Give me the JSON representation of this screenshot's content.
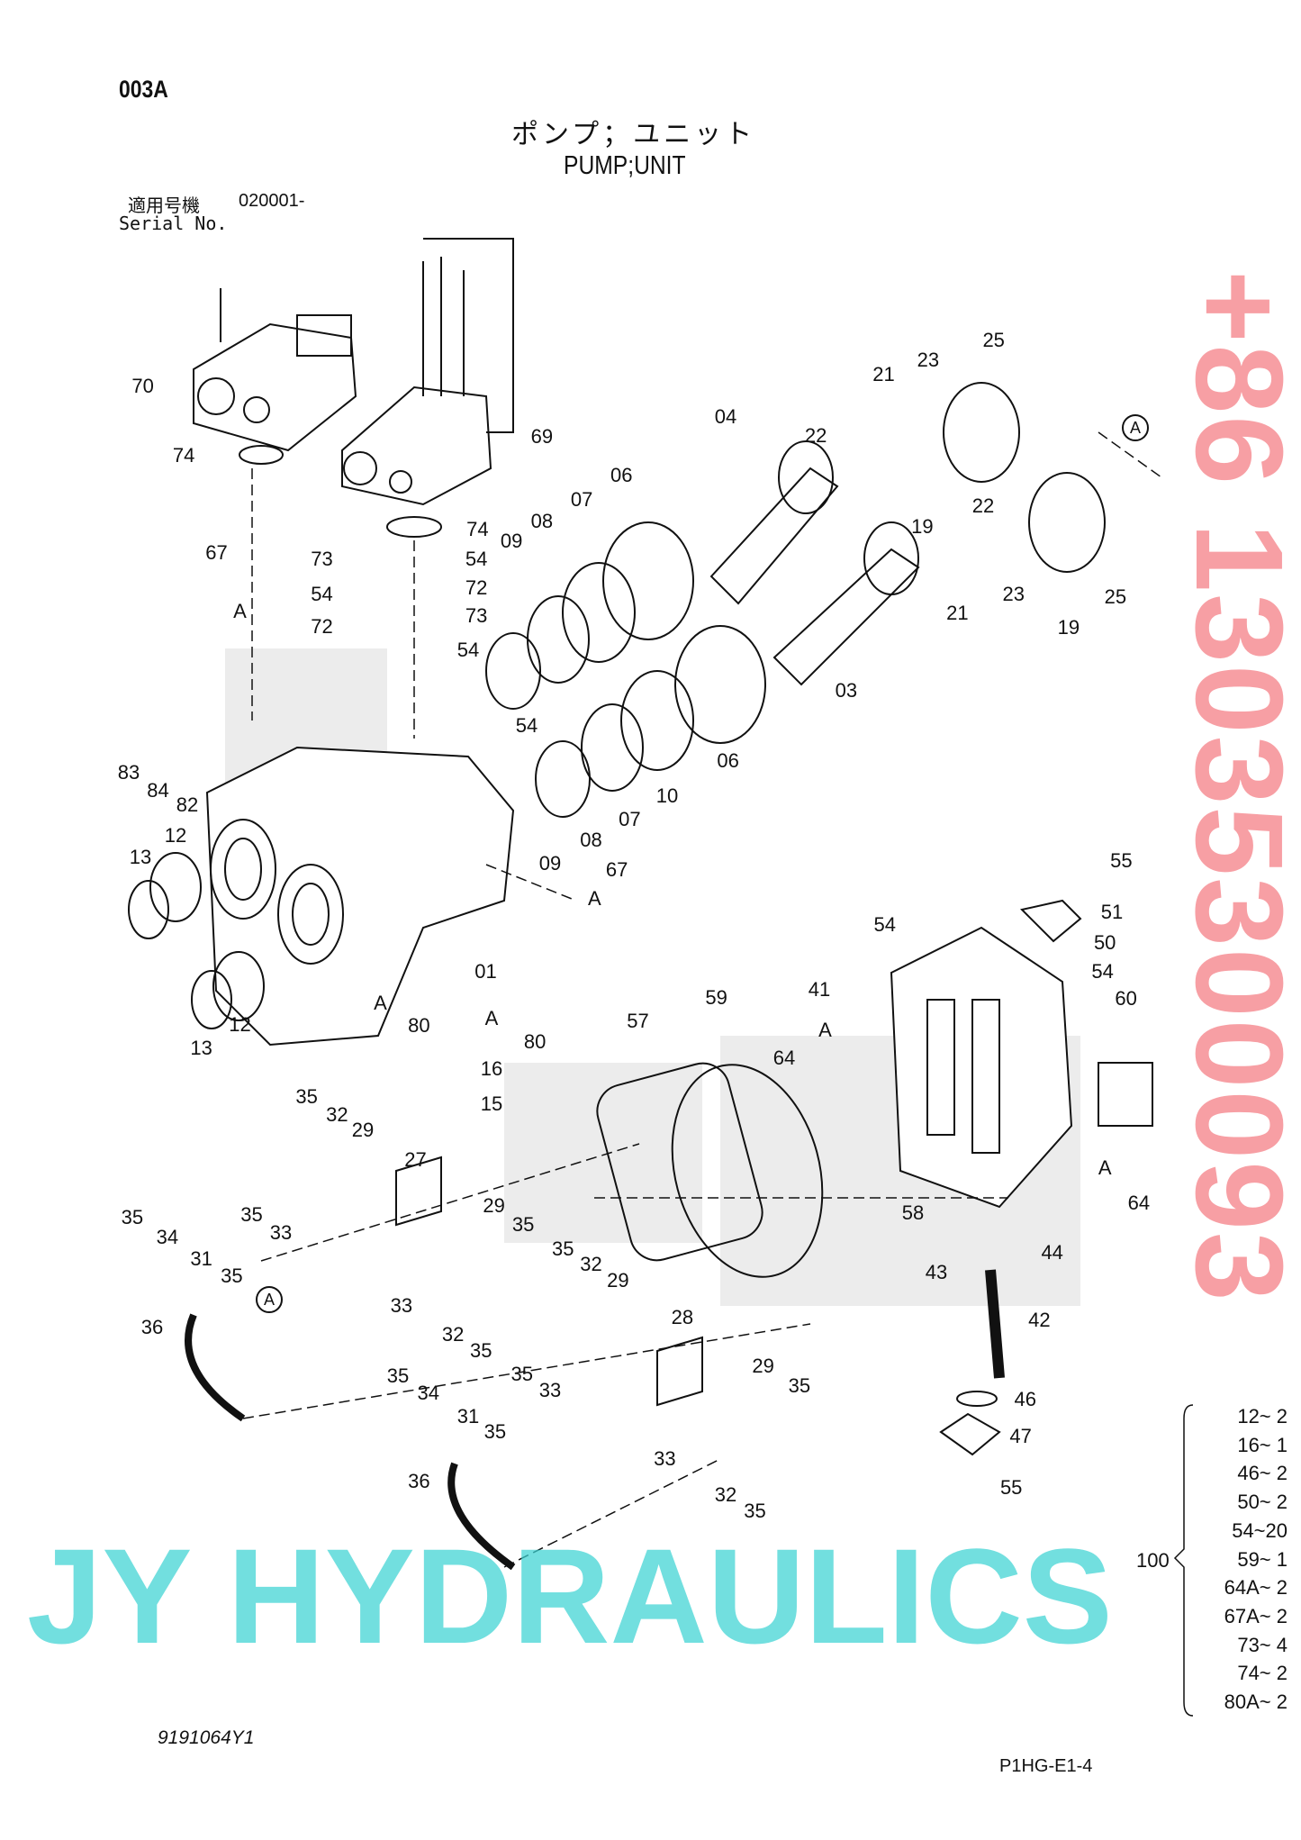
{
  "header": {
    "code": "003A",
    "title_jp": "ポンプ；ユニット",
    "title_en": "PUMP;UNIT",
    "serial_label_jp": "適用号機",
    "serial_value": "020001-",
    "serial_label_en": "Serial No."
  },
  "callouts": [
    "70",
    "74",
    "69",
    "74",
    "73",
    "54",
    "54",
    "72",
    "72",
    "73",
    "54",
    "67",
    "A",
    "09",
    "08",
    "07",
    "06",
    "04",
    "22",
    "21",
    "23",
    "25",
    "A",
    "22",
    "19",
    "23",
    "25",
    "21",
    "19",
    "03",
    "06",
    "10",
    "07",
    "08",
    "09",
    "54",
    "83",
    "84",
    "82",
    "12",
    "13",
    "13",
    "12",
    "01",
    "80",
    "80",
    "A",
    "A",
    "16",
    "15",
    "67",
    "A",
    "55",
    "51",
    "54",
    "50",
    "54",
    "41",
    "60",
    "59",
    "57",
    "A",
    "64",
    "A",
    "64",
    "58",
    "44",
    "43",
    "42",
    "46",
    "47",
    "55",
    "35",
    "32",
    "29",
    "27",
    "35",
    "33",
    "29",
    "35",
    "35",
    "34",
    "31",
    "35",
    "36",
    "A",
    "33",
    "32",
    "35",
    "35",
    "32",
    "29",
    "35",
    "33",
    "28",
    "29",
    "35",
    "35",
    "34",
    "31",
    "35",
    "36",
    "33",
    "32",
    "35"
  ],
  "kit": {
    "number": "100",
    "items": [
      "12~ 2",
      "16~ 1",
      "46~ 2",
      "50~ 2",
      "54~20",
      "59~ 1",
      "64A~ 2",
      "67A~ 2",
      "73~ 4",
      "74~ 2",
      "80A~ 2"
    ]
  },
  "footer": {
    "doc_number": "9191064Y1",
    "page_ref": "P1HG-E1-4"
  },
  "watermarks": {
    "phone": "+86 13035300093",
    "brand": "JY HYDRAULICS"
  },
  "colors": {
    "line": "#111111",
    "phone_watermark": "#f0505a",
    "brand_watermark": "#3cd2d2"
  }
}
